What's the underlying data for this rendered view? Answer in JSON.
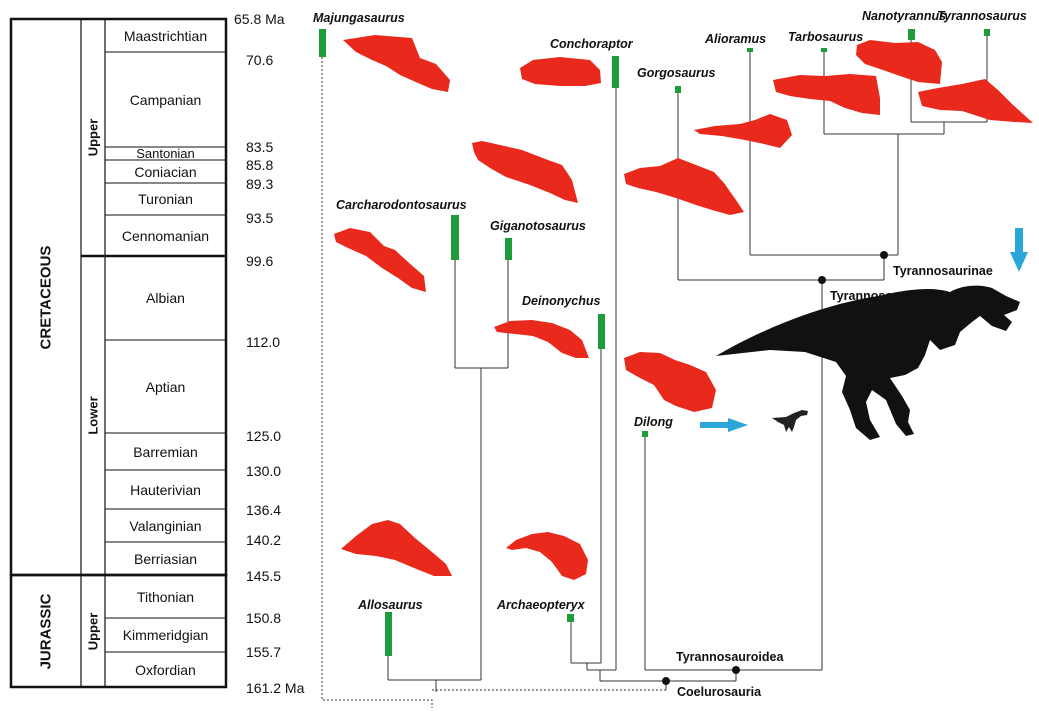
{
  "timescale": {
    "periods": [
      {
        "label": "CRETACEOUS"
      },
      {
        "label": "JURASSIC"
      }
    ],
    "epochs": [
      {
        "label": "Upper"
      },
      {
        "label": "Lower"
      },
      {
        "label": "Upper"
      }
    ],
    "stages": [
      "Maastrichtian",
      "Campanian",
      "Santonian",
      "Coniacian",
      "Turonian",
      "Cennomanian",
      "Albian",
      "Aptian",
      "Barremian",
      "Hauterivian",
      "Valanginian",
      "Berriasian",
      "Tithonian",
      "Kimmeridgian",
      "Oxfordian"
    ],
    "ages": [
      "65.8 Ma",
      "70.6",
      "83.5",
      "85.8",
      "89.3",
      "93.5",
      "99.6",
      "112.0",
      "125.0",
      "130.0",
      "136.4",
      "140.2",
      "145.5",
      "150.8",
      "155.7",
      "161.2 Ma"
    ]
  },
  "taxa": [
    "Majungasaurus",
    "Conchoraptor",
    "Alioramus",
    "Tarbosaurus",
    "Nanotyrannus",
    "Tyrannosaurus",
    "Gorgosaurus",
    "Carcharodontosaurus",
    "Giganotosaurus",
    "Deinonychus",
    "Dilong",
    "Allosaurus",
    "Archaeopteryx"
  ],
  "clades": [
    "Tyrannosaurinae",
    "Tyrannosauridae",
    "Tyrannosauroidea",
    "Coelurosauria"
  ],
  "colors": {
    "silhouette_red": "#e8291c",
    "range_green": "#1f9c3a",
    "arrow_blue": "#2aa6d8",
    "dinosaur_black": "#111111"
  }
}
